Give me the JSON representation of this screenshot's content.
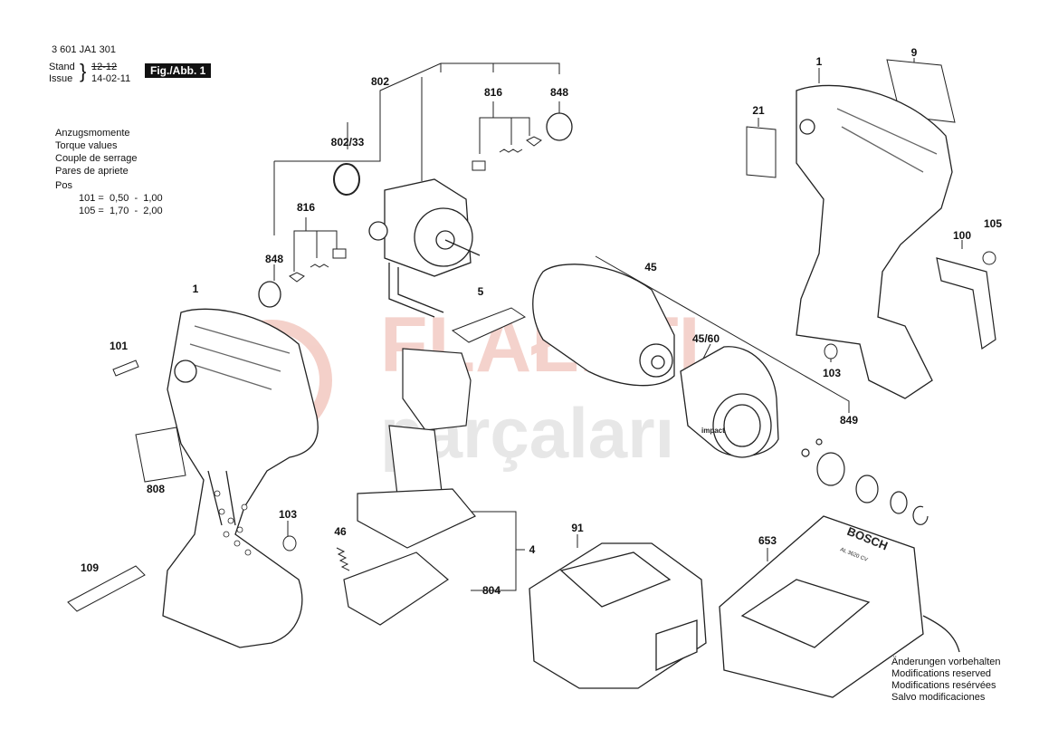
{
  "header": {
    "part_number": "3 601 JA1 301",
    "stand_label": "Stand",
    "issue_label": "Issue",
    "stand_value": "12-12",
    "issue_value": "14-02-11",
    "figure_label": "Fig./Abb. 1"
  },
  "torque": {
    "lines": [
      "Anzugsmomente",
      "Torque values",
      "Couple de serrage",
      "Pares de apriete"
    ],
    "pos_label": "Pos",
    "values": [
      "101 =  0,50  -  1,00",
      "105 =  1,70  -  2,00"
    ]
  },
  "callouts": {
    "c802": "802",
    "c816a": "816",
    "c848a": "848",
    "c802_33": "802/33",
    "c816b": "816",
    "c848b": "848",
    "c1a": "1",
    "c101": "101",
    "c808": "808",
    "c109": "109",
    "c103a": "103",
    "c46": "46",
    "c5": "5",
    "c4": "4",
    "c804": "804",
    "c45": "45",
    "c45_60": "45/60",
    "c849": "849",
    "c91": "91",
    "c653": "653",
    "c1b": "1",
    "c9": "9",
    "c21": "21",
    "c100": "100",
    "c105": "105",
    "c103b": "103"
  },
  "watermark": {
    "line1": "FLAŁETI",
    "line2": "parçaları"
  },
  "notes": [
    "Änderungen vorbehalten",
    "Modifications reserved",
    "Modifications resérvées",
    "Salvo modificaciones"
  ],
  "product_labels": {
    "brand": "BOSCH",
    "charger_model": "AL 3620 CV",
    "impact_label": "impact"
  },
  "colors": {
    "line": "#222222",
    "watermark": "#e89a8c"
  }
}
